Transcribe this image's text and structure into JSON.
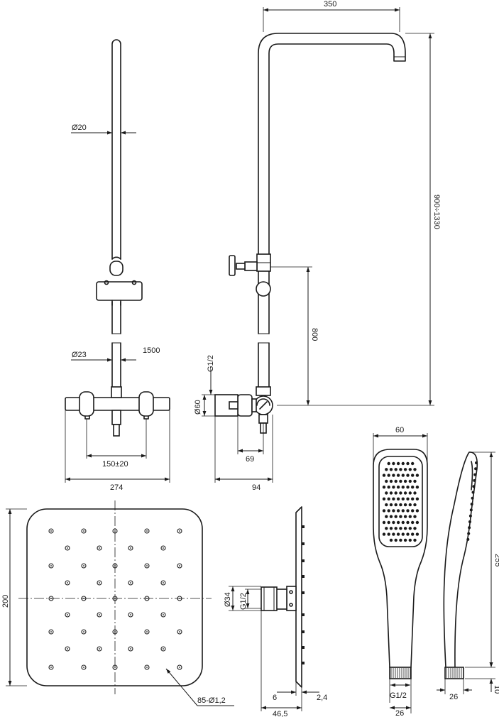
{
  "dimensions": {
    "d20": "Ø20",
    "d23": "Ø23",
    "len_1500": "1500",
    "spacing": "150±20",
    "width_274": "274",
    "arm_350": "350",
    "height_range": "900÷1330",
    "height_800": "800",
    "thread_top": "G1/2",
    "d60": "Ø60",
    "depth_69": "69",
    "depth_94": "94",
    "head_200": "200",
    "nozzles": "85-Ø1,2",
    "d34": "Ø34",
    "thread_head": "G1/2",
    "plate_6": "6",
    "plate_24": "2,4",
    "head_465": "46,5",
    "hand_60": "60",
    "hand_255": "255",
    "thread_hand": "G1/2",
    "hand_26a": "26",
    "hand_26b": "26",
    "hand_10": "10"
  }
}
